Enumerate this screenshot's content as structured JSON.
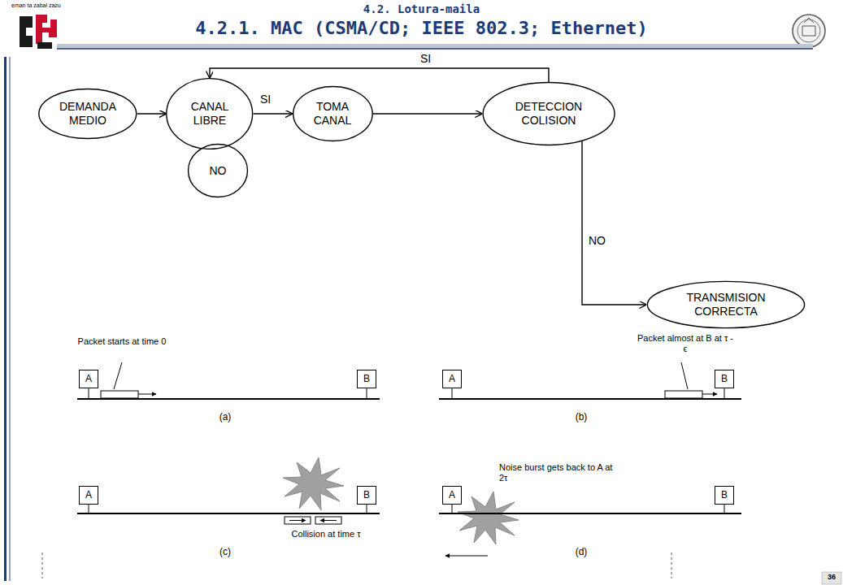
{
  "diagram": {
    "title": "4.2.1. MAC (CSMA/CD; IEEE 802.3; Ethernet)",
    "nodes": [
      {
        "text": [
          "DEMANDA MEDIO"
        ]
      },
      {
        "text": [
          "CANAL LIBRE"
        ]
      },
      {
        "text": [
          "NO"
        ]
      },
      {
        "text": [
          "TOMA CANAL"
        ]
      },
      {
        "text": [
          "DETECCION COLISION"
        ]
      },
      {
        "text": [
          "TRANSMISION CORRECTA"
        ]
      },
      {
        "text": [
          "A"
        ]
      },
      {
        "text": [
          "B"
        ]
      },
      {
        "text": [
          "A"
        ]
      },
      {
        "text": [
          "B"
        ]
      },
      {
        "text": [
          "A"
        ]
      },
      {
        "text": [
          "B"
        ]
      },
      {
        "text": [
          "A"
        ]
      },
      {
        "text": [
          "B"
        ]
      }
    ],
    "edges": [
      {
        "from": 0,
        "to": 1,
        "arrow": "to"
      },
      {
        "from": 1,
        "to": 3,
        "label": "SI",
        "arrow": "to"
      },
      {
        "from": 3,
        "to": 4,
        "arrow": "to"
      },
      {
        "from": 4,
        "to": 1,
        "label": "SI",
        "arrow": "to"
      },
      {
        "from": 4,
        "to": 5,
        "label": "NO",
        "arrow": "to"
      }
    ],
    "labels": [
      "eman ta zabal zazu",
      "4.2. Lotura-maila",
      "Packet starts at time 0",
      "(a)",
      "Packet almost at B at τ - ϵ",
      "(b)",
      "Collision at time τ",
      "(c)",
      "Noise burst gets back to A at 2τ",
      "(d)",
      "36"
    ]
  }
}
